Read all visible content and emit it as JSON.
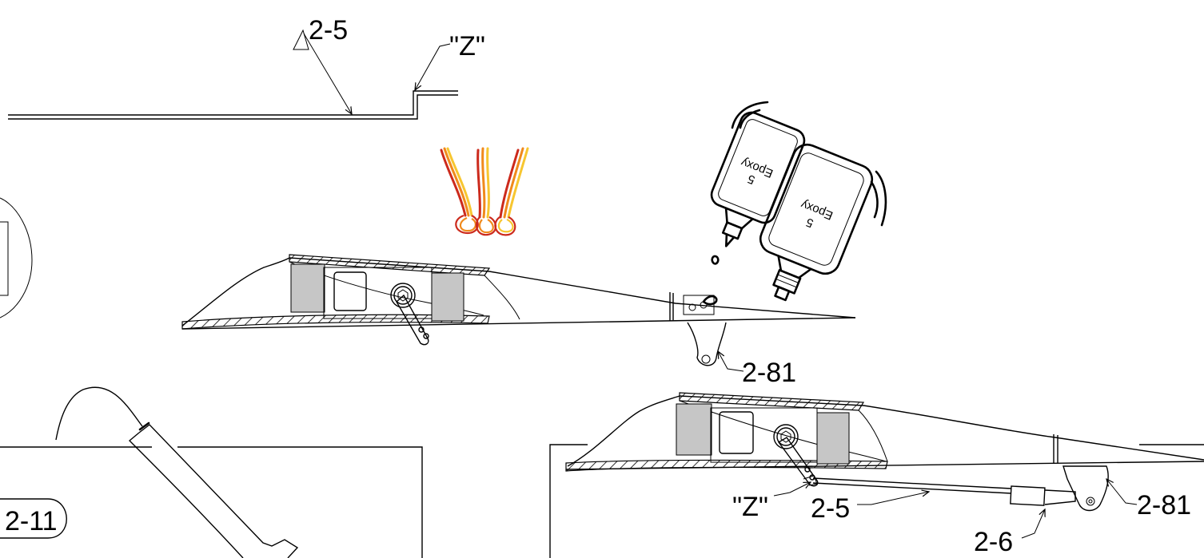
{
  "labels": {
    "top_part": "2-5",
    "top_z": "\"Z\"",
    "bottle_text": "Epoxy",
    "bottle_minutes": "5",
    "horn_part_top": "2-81",
    "callout_circle": "2-11",
    "bottom_z": "\"Z\"",
    "bottom_pushrod": "2-5",
    "bottom_clevis": "2-6",
    "bottom_horn": "2-81"
  },
  "colors": {
    "wire_red": "#cc2a1c",
    "wire_orange": "#f08a1c",
    "wire_yellow": "#f7c630",
    "servo_gray": "#c6c6c6"
  }
}
